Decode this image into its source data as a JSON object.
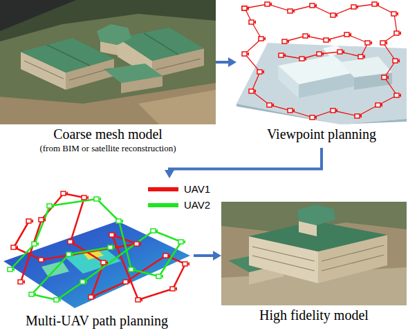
{
  "diagram": {
    "nodes": [
      {
        "text": [
          "Coarse mesh model",
          "(from BIM or satellite reconstruction)"
        ]
      },
      {
        "text": [
          "Viewpoint planning"
        ]
      },
      {
        "text": [
          "Multi-UAV path planning"
        ]
      },
      {
        "text": [
          "High fidelity model"
        ]
      }
    ],
    "edges": [
      {
        "from": 0,
        "to": 1,
        "arrow": "to"
      },
      {
        "from": 1,
        "to": 2,
        "arrow": "to"
      },
      {
        "from": 2,
        "to": 3,
        "arrow": "to"
      }
    ],
    "legend": [
      {
        "text": "UAV1",
        "color": "#ee1111"
      },
      {
        "text": "UAV2",
        "color": "#1ee61e"
      }
    ]
  }
}
